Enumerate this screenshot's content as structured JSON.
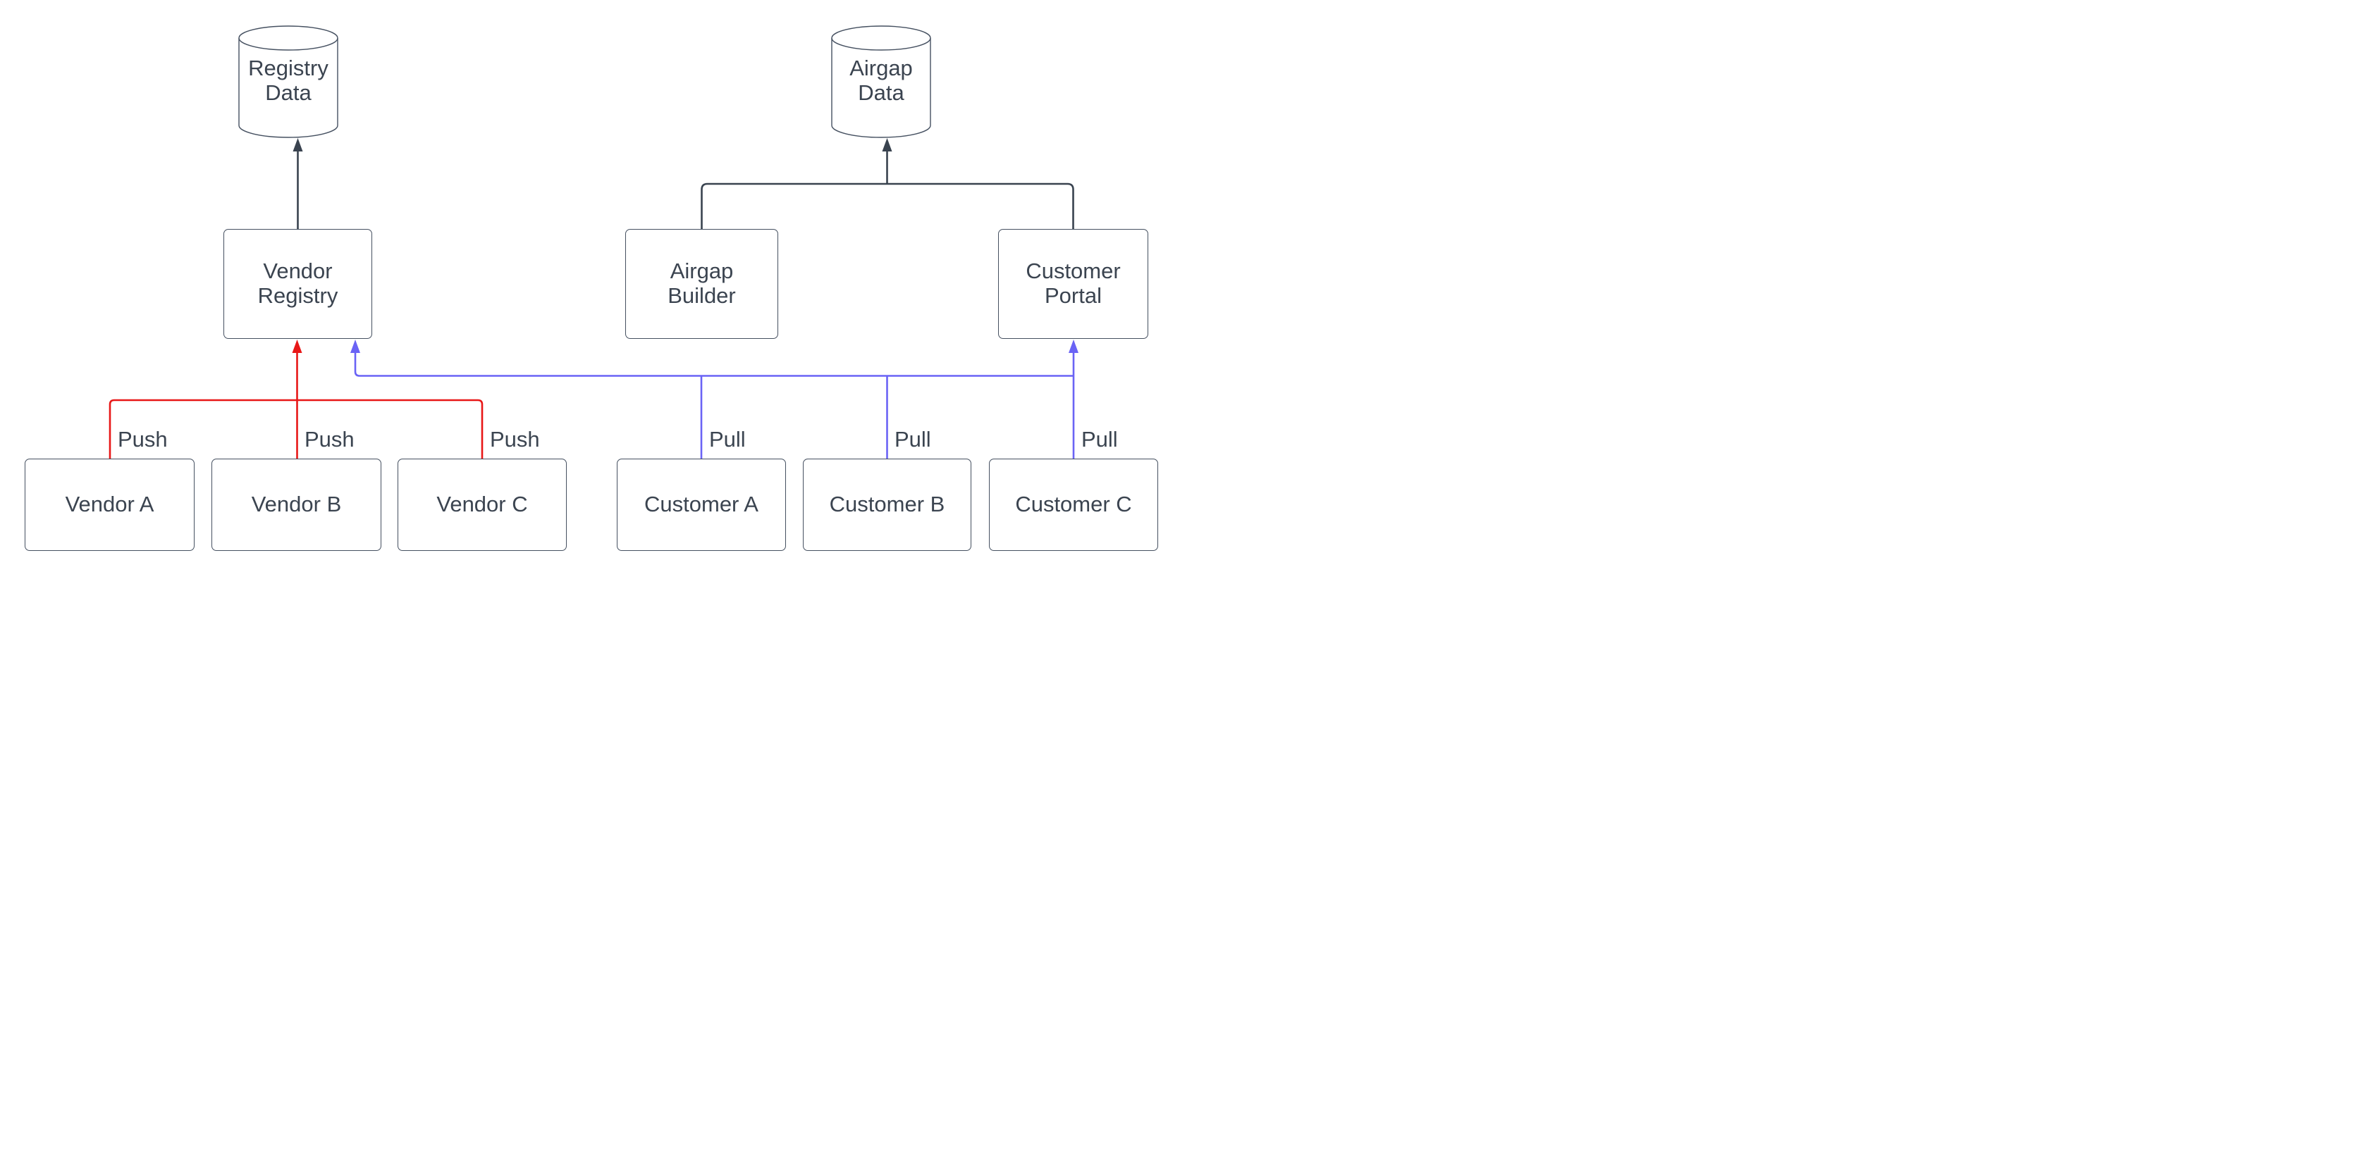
{
  "nodes": {
    "registry_data": "Registry Data",
    "airgap_data": "Airgap Data",
    "vendor_registry": "Vendor Registry",
    "airgap_builder": "Airgap Builder",
    "customer_portal": "Customer Portal",
    "vendor_a": "Vendor A",
    "vendor_b": "Vendor B",
    "vendor_c": "Vendor C",
    "customer_a": "Customer A",
    "customer_b": "Customer B",
    "customer_c": "Customer C"
  },
  "edge_labels": {
    "push_a": "Push",
    "push_b": "Push",
    "push_c": "Push",
    "pull_a": "Pull",
    "pull_b": "Pull",
    "pull_c": "Pull"
  },
  "colors": {
    "push_edge": "#e81717",
    "pull_edge": "#6a63f5",
    "flow_edge": "#39434f",
    "node_border": "#455060",
    "text": "#3b4450",
    "bg": "#ffffff"
  }
}
